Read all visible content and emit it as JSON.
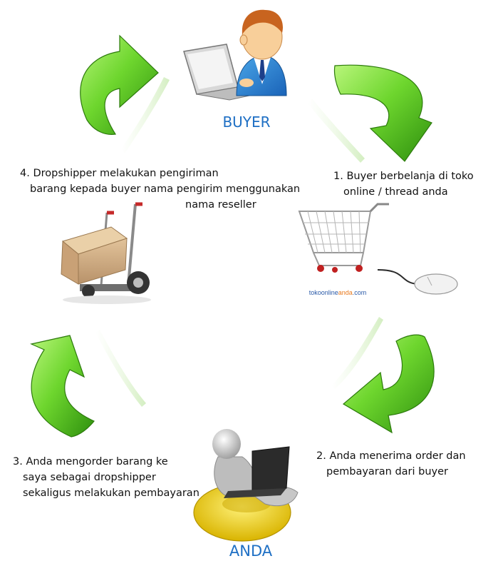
{
  "roles": {
    "buyer": "BUYER",
    "anda": "ANDA"
  },
  "steps": {
    "step1": {
      "line1": "1. Buyer berbelanja di toko",
      "line2": "online / thread anda"
    },
    "step2": {
      "line1": "2. Anda menerima order dan",
      "line2": "pembayaran dari buyer"
    },
    "step3": {
      "line1": "3. Anda mengorder barang ke",
      "line2": "saya sebagai dropshipper",
      "line3": "sekaligus melakukan pembayaran"
    },
    "step4": {
      "line1": "4. Dropshipper melakukan pengiriman",
      "line2": "barang kepada buyer nama pengirim menggunakan",
      "line3": "nama reseller"
    }
  },
  "cart_brand": {
    "part1": "tokoonline",
    "part2": "anda",
    "part3": ".com"
  },
  "colors": {
    "role_text": "#1e6fc4",
    "arrow_light": "#9cf05a",
    "arrow_dark": "#2e8f0e",
    "brand_blue": "#2a5aa8",
    "brand_orange": "#e87a1e"
  },
  "icons": [
    "buyer-person-icon",
    "laptop-icon",
    "shopping-cart-icon",
    "computer-mouse-icon",
    "hand-truck-icon",
    "cardboard-box-icon",
    "seller-person-icon",
    "float-ring-icon",
    "cycle-arrow-icon"
  ]
}
